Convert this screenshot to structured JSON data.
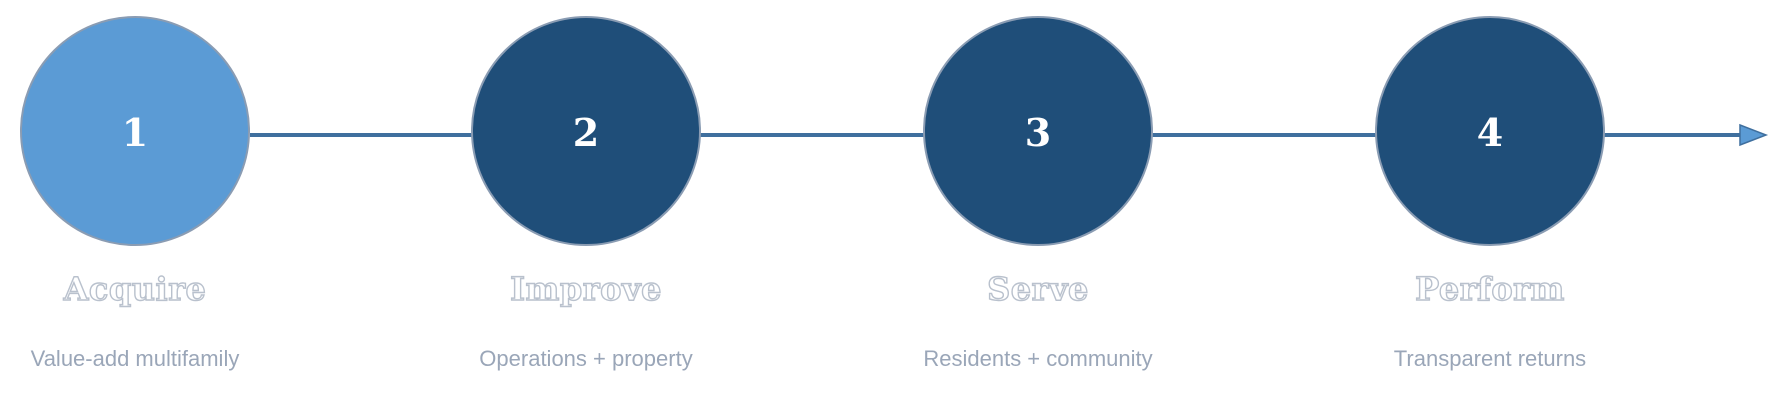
{
  "colors": {
    "line": "#3f6f9e",
    "active_step": "#5b9bd5",
    "inactive_step": "#1f4e79",
    "step_border": "#8a9cb3",
    "subtitle": "#9aa6b8"
  },
  "steps": [
    {
      "number": "1",
      "title": "Acquire",
      "subtitle": "Value-add multifamily",
      "state": "active"
    },
    {
      "number": "2",
      "title": "Improve",
      "subtitle": "Operations + property",
      "state": "inactive"
    },
    {
      "number": "3",
      "title": "Serve",
      "subtitle": "Residents + community",
      "state": "inactive"
    },
    {
      "number": "4",
      "title": "Perform",
      "subtitle": "Transparent returns",
      "state": "inactive"
    }
  ]
}
